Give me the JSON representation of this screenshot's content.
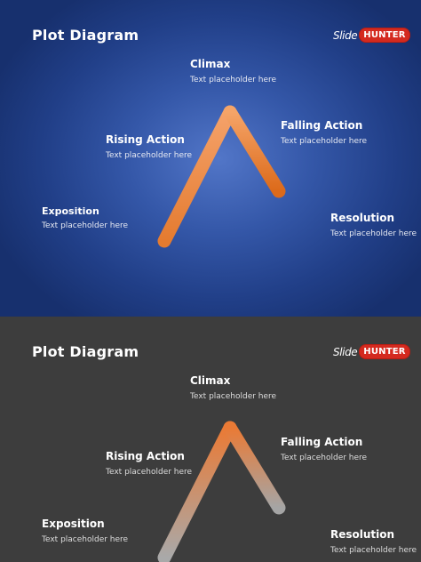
{
  "slides": [
    {
      "theme": "blue",
      "title": "Plot Diagram",
      "logo": {
        "slide_text": "Slide",
        "hunter_text": "HUNTER",
        "badge_color": "#d42a1f"
      },
      "stages": {
        "exposition": {
          "label": "Exposition",
          "text": "Text placeholder here"
        },
        "rising": {
          "label": "Rising Action",
          "text": "Text placeholder here"
        },
        "climax": {
          "label": "Climax",
          "text": "Text placeholder here"
        },
        "falling": {
          "label": "Falling Action",
          "text": "Text placeholder here"
        },
        "resolution": {
          "label": "Resolution",
          "text": "Text placeholder here"
        }
      },
      "line_colors": [
        "#f6b27e",
        "#e2731f"
      ]
    },
    {
      "theme": "dark",
      "title": "Plot Diagram",
      "logo": {
        "slide_text": "Slide",
        "hunter_text": "HUNTER",
        "badge_color": "#d42a1f"
      },
      "stages": {
        "exposition": {
          "label": "Exposition",
          "text": "Text placeholder here"
        },
        "rising": {
          "label": "Rising Action",
          "text": "Text placeholder here"
        },
        "climax": {
          "label": "Climax",
          "text": "Text placeholder here"
        },
        "falling": {
          "label": "Falling Action",
          "text": "Text placeholder here"
        },
        "resolution": {
          "label": "Resolution",
          "text": "Text placeholder here"
        }
      },
      "line_colors": [
        "#e57a3a",
        "#a8a8a8"
      ]
    }
  ]
}
